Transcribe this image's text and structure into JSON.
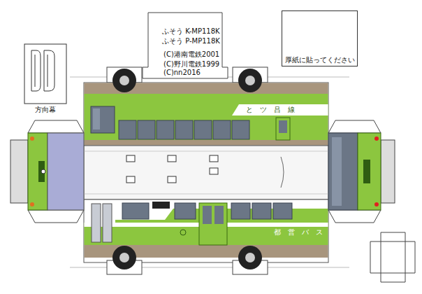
{
  "diagram": {
    "nodes": [
      {
        "text": [
          "ふそう K-MP118K",
          "ふそう P-MP118K",
          "(C)港南電鉄2001",
          "(C)野川電鉄1999",
          "(C)nn2016"
        ]
      },
      {
        "text": [
          "方向幕"
        ]
      },
      {
        "text": [
          "厚紙に貼ってください"
        ]
      },
      {
        "text": [
          "と　ツ　吕　線"
        ]
      },
      {
        "text": [
          "都　営　バ　ス"
        ]
      }
    ]
  }
}
